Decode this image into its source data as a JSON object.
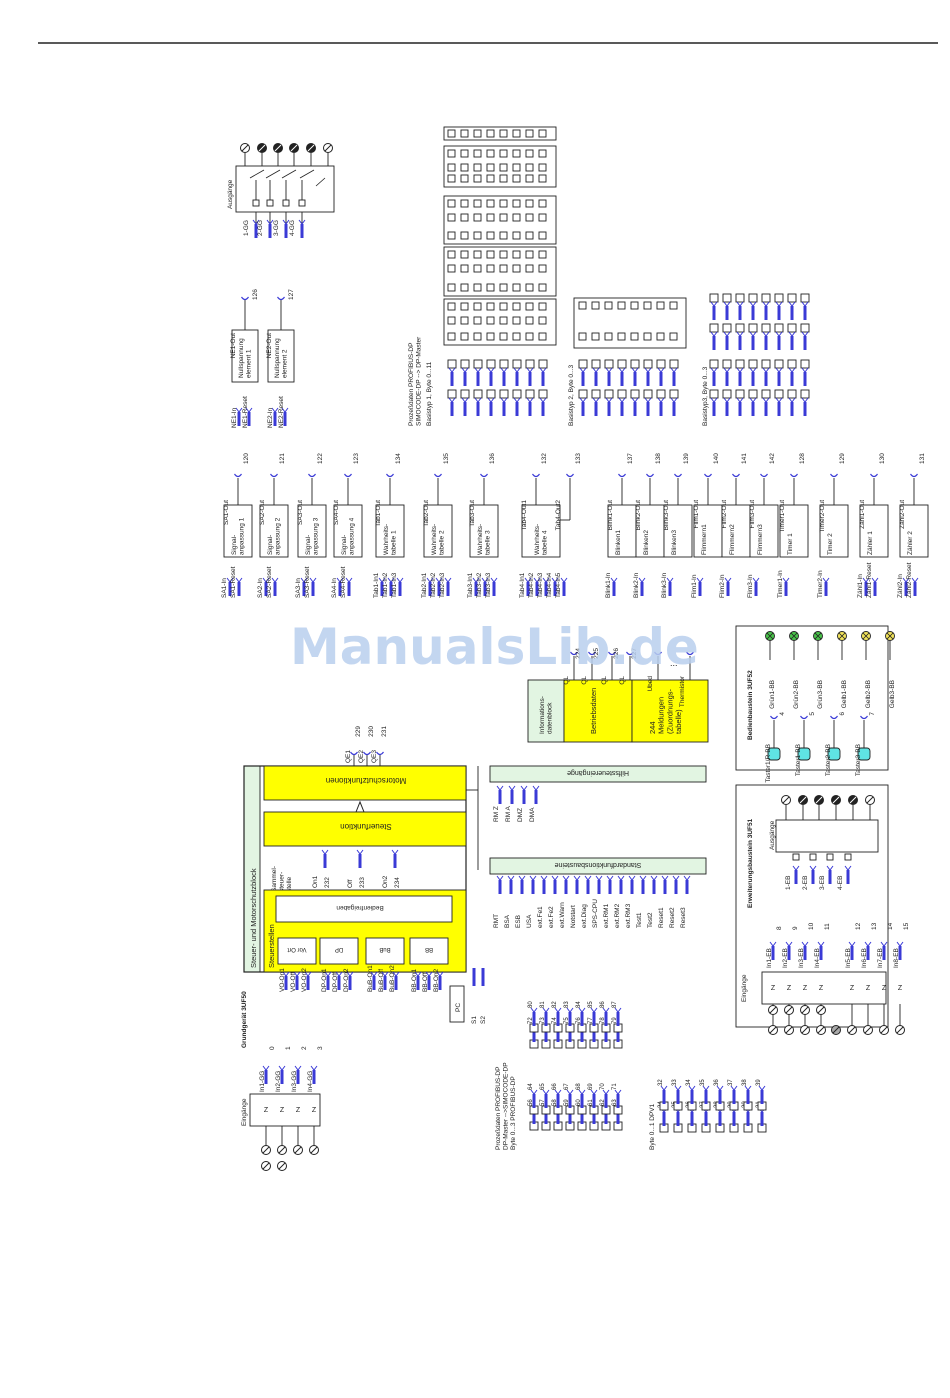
{
  "watermark": "ManualsLib.de",
  "colors": {
    "yellow": "#ffff00",
    "green_panel": "#e2f5e2",
    "blue_wire": "#3a3ad6",
    "cyan_key": "#5fe3e3",
    "led_green": "#48c24a",
    "led_yellow": "#f1e35a"
  },
  "basic_unit": {
    "title": "Grundgerät 3UF50",
    "main_block": "Steuer- und Motorschutzblock",
    "control_stations": "Steuerstellen",
    "enable": "Bedienfreigaben",
    "collective": "Sammel-\nsteuer-\nstelle",
    "control_function": "Steuerfunktion",
    "motor_protection": "Motorschutzfunktionen",
    "qe": [
      {
        "label": "QE1",
        "num": "229"
      },
      {
        "label": "QE2",
        "num": "230"
      },
      {
        "label": "QE3",
        "num": "231"
      }
    ],
    "on_off": [
      {
        "label": "On1",
        "num": "232"
      },
      {
        "label": "Off",
        "num": "233"
      },
      {
        "label": "On2",
        "num": "234"
      }
    ],
    "stations": [
      {
        "name": "Vor Ort",
        "inputs": [
          "VO-On1",
          "VO-Off",
          "VO-On2"
        ]
      },
      {
        "name": "DP",
        "inputs": [
          "DP-On1",
          "DP-Off",
          "DP-On2"
        ]
      },
      {
        "name": "BuB",
        "inputs": [
          "BuB-On1",
          "BuB-Off",
          "BuB-On2"
        ]
      },
      {
        "name": "BB",
        "inputs": [
          "BB-On1",
          "BB-Off",
          "BB-On2"
        ]
      }
    ],
    "pc": {
      "name": "PC",
      "inputs": [
        "S1",
        "S2"
      ]
    },
    "inputs_title": "Eingänge",
    "inputs": [
      {
        "label": "In1-GG",
        "num": "0"
      },
      {
        "label": "In2-GG",
        "num": "1"
      },
      {
        "label": "In3-GG",
        "num": "2"
      },
      {
        "label": "In4-GG",
        "num": "3"
      }
    ]
  },
  "aux_inputs": {
    "title": "Hilfssteuereingänge",
    "signals": [
      "RM Z",
      "RM A",
      "DMZ",
      "DMA"
    ]
  },
  "std_blocks": {
    "title": "Standardfunktionsbausteine",
    "signals": [
      "RMT",
      "BSA",
      "ESB",
      "USA",
      "ext.Fe1",
      "ext.Fe2",
      "ext.Warn",
      "Notstart",
      "ext.Diag",
      "SPS-CPU",
      "ext.RM1",
      "ext.RM2",
      "ext.RM3",
      "Test1",
      "Test2",
      "Reset1",
      "Reset2",
      "Reset3"
    ]
  },
  "info": {
    "block": "Informations-\ndatenblock",
    "operating": "Betriebsdaten",
    "messages": "244\nMeldungen\n(Zuordnungs-\ntabelle)",
    "outs": [
      {
        "label": "QL",
        "num": "224"
      },
      {
        "label": "QL",
        "num": "225"
      },
      {
        "label": "QL",
        "num": "226"
      },
      {
        "label": "QL",
        "num": "227"
      },
      {
        "label": "Ubed",
        "num": ""
      },
      {
        "label": "Thermistor",
        "num": ""
      }
    ]
  },
  "profibus_in": {
    "title": "Prozeßdaten PROFIBUS-DP\nDP-Master -->SIMOCODE-DP\nByte 0...3 PROFIBUS-DP",
    "cols": [
      [
        "56",
        "57",
        "58",
        "59",
        "60",
        "61",
        "62",
        "63"
      ],
      [
        "64",
        "65",
        "66",
        "67",
        "68",
        "69",
        "70",
        "71"
      ],
      [
        "72",
        "73",
        "74",
        "75",
        "76",
        "77",
        "78",
        "79"
      ],
      [
        "80",
        "81",
        "82",
        "83",
        "84",
        "85",
        "86",
        "87"
      ]
    ],
    "dpv1_title": "Byte 0...1 DPV1",
    "dpv1": [
      [
        "24",
        "25",
        "26",
        "27",
        "28",
        "29",
        "30",
        "31"
      ],
      [
        "32",
        "33",
        "34",
        "35",
        "36",
        "37",
        "38",
        "39"
      ]
    ]
  },
  "logic": [
    {
      "name": "Signal-\nanpassung 1",
      "in": [
        "SA1-In",
        "SA1-Reset"
      ],
      "out": "SA1-Out",
      "num": "120"
    },
    {
      "name": "Signal-\nanpassung 2",
      "in": [
        "SA2-In",
        "SA2-Reset"
      ],
      "out": "SA2-Out",
      "num": "121"
    },
    {
      "name": "Signal-\nanpassung 3",
      "in": [
        "SA3-In",
        "SA3-Reset"
      ],
      "out": "SA3-Out",
      "num": "122"
    },
    {
      "name": "Signal-\nanpassung 4",
      "in": [
        "SA4-In",
        "SA4-Reset"
      ],
      "out": "SA4-Out",
      "num": "123"
    },
    {
      "name": "Wahrheits-\ntabelle 1",
      "in": [
        "Tab1-In1",
        "Tab1-In2",
        "Tab1-In3"
      ],
      "out": "Tab1-Out",
      "num": "134"
    },
    {
      "name": "Wahrheits-\ntabelle 2",
      "in": [
        "Tab2-In1",
        "Tab2-In2",
        "Tab2-In3"
      ],
      "out": "Tab2-Out",
      "num": "135"
    },
    {
      "name": "Wahrheits-\ntabelle 3",
      "in": [
        "Tab3-In1",
        "Tab3-In2",
        "Tab3-In3"
      ],
      "out": "Tab3-Out",
      "num": "136"
    },
    {
      "name": "Wahrheits-\ntabelle 4",
      "in": [
        "Tab4-In1",
        "Tab4-In2",
        "Tab4-In3",
        "Tab4-In4",
        "Tab4-In5"
      ],
      "out": "Tab4-Out1",
      "num": "132",
      "out2": "Tab4-Out2",
      "num2": "133"
    },
    {
      "name": "Blinken1",
      "in": [
        "Blink1-In"
      ],
      "out": "Blink1-Out",
      "num": "137"
    },
    {
      "name": "Blinken2",
      "in": [
        "Blink2-In"
      ],
      "out": "Blink2-Out",
      "num": "138"
    },
    {
      "name": "Blinken3",
      "in": [
        "Blink3-In"
      ],
      "out": "Blink3-Out",
      "num": "139"
    },
    {
      "name": "Flimmern1",
      "in": [
        "Flim1-In"
      ],
      "out": "Flim1-Out",
      "num": "140"
    },
    {
      "name": "Flimmern2",
      "in": [
        "Flim2-In"
      ],
      "out": "Flim2-Out",
      "num": "141"
    },
    {
      "name": "Flimmern3",
      "in": [
        "Flim3-In"
      ],
      "out": "Flim3-Out",
      "num": "142"
    },
    {
      "name": "Timer 1",
      "in": [
        "Timer1-In"
      ],
      "out": "Timer1-Out",
      "num": "128"
    },
    {
      "name": "Timer 2",
      "in": [
        "Timer2-In"
      ],
      "out": "Timer2-Out",
      "num": "129"
    },
    {
      "name": "Zähler 1",
      "in": [
        "Zähl1-In",
        "Zähl1-Reset"
      ],
      "out": "Zähl1-Out",
      "num": "130"
    },
    {
      "name": "Zähler 2",
      "in": [
        "Zähl2-In",
        "Zähl2-Reset"
      ],
      "out": "Zähl2-Out",
      "num": "131"
    }
  ],
  "zero_voltage": [
    {
      "name": "Nullspannung\nelement 1",
      "in": [
        "NE1-In",
        "NE1-Reset"
      ],
      "out": "NE1-Out",
      "num": "126"
    },
    {
      "name": "Nullspannung\nelement 2",
      "in": [
        "NE2-In",
        "NE2-Reset"
      ],
      "out": "NE2-Out",
      "num": "127"
    }
  ],
  "outputs_top": {
    "title": "Ausgänge",
    "labels": [
      "1-GG",
      "2-GG",
      "3-GG",
      "4-GG"
    ]
  },
  "profibus_out": {
    "title": "Prozeßdaten PROFIBUS-DP\nSIMOCODE-DP --> DP-Master",
    "sub1": "Basistyp 1, Byte 0...11",
    "sub2": "Basistyp 2, Byte 0...3",
    "sub3": "Basistyp3, Byte 0...3"
  },
  "ext_module": {
    "title": "Erweiterungsbaustein 3UF51",
    "inputs_title": "Eingänge",
    "inputs": [
      {
        "label": "In1-EB",
        "num": "8"
      },
      {
        "label": "In2-EB",
        "num": "9"
      },
      {
        "label": "In3-EB",
        "num": "10"
      },
      {
        "label": "In4-EB",
        "num": "11"
      },
      {
        "label": "In5-EB",
        "num": "12"
      },
      {
        "label": "In6-EB",
        "num": "13"
      },
      {
        "label": "In7-EB",
        "num": "14"
      },
      {
        "label": "In8-EB",
        "num": "15"
      }
    ],
    "outputs_title": "Ausgänge",
    "outputs": [
      "1-EB",
      "2-EB",
      "3-EB",
      "4-EB"
    ]
  },
  "op_module": {
    "title": "Bedienbaustein 3UF52",
    "keys": [
      {
        "label": "Taster1/R-BB",
        "num": "4"
      },
      {
        "label": "Taster1-BB",
        "num": "5"
      },
      {
        "label": "Taster2-BB",
        "num": "6"
      },
      {
        "label": "Taster3-BB",
        "num": "7"
      }
    ],
    "leds": [
      {
        "label": "Grün1-BB",
        "color": "green"
      },
      {
        "label": "Grün2-BB",
        "color": "green"
      },
      {
        "label": "Grün3-BB",
        "color": "green"
      },
      {
        "label": "Gelb1-BB",
        "color": "yellow"
      },
      {
        "label": "Gelb2-BB",
        "color": "yellow"
      },
      {
        "label": "Gelb3-BB",
        "color": "yellow"
      }
    ]
  }
}
